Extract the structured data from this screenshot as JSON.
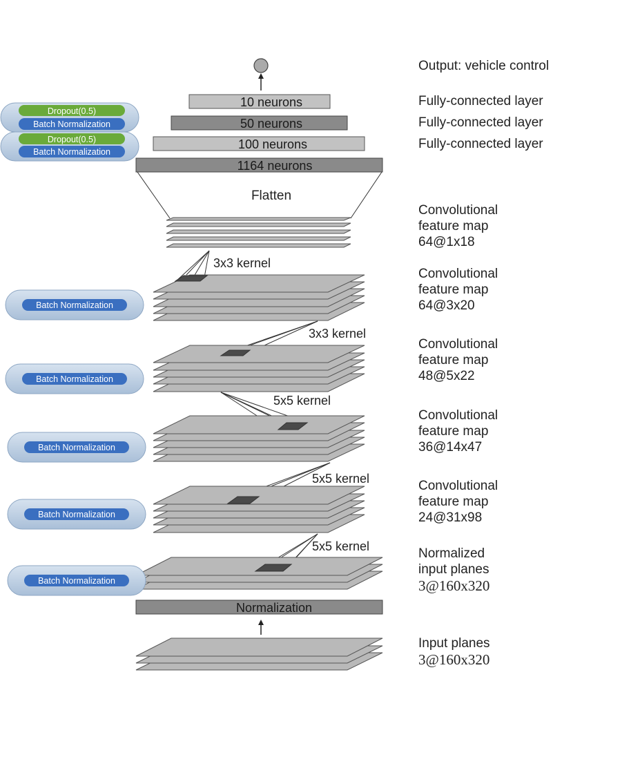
{
  "output": {
    "label": "Output: vehicle control"
  },
  "dense": [
    {
      "text": "10 neurons",
      "label": "Fully-connected layer"
    },
    {
      "text": "50 neurons",
      "label": "Fully-connected layer"
    },
    {
      "text": "100 neurons",
      "label": "Fully-connected layer"
    },
    {
      "text": "1164 neurons"
    }
  ],
  "flatten": "Flatten",
  "conv": [
    {
      "l1": "Convolutional",
      "l2": "feature map",
      "l3": "64@1x18"
    },
    {
      "l1": "Convolutional",
      "l2": "feature map",
      "l3": "64@3x20"
    },
    {
      "l1": "Convolutional",
      "l2": "feature map",
      "l3": "48@5x22"
    },
    {
      "l1": "Convolutional",
      "l2": "feature map",
      "l3": "36@14x47"
    },
    {
      "l1": "Convolutional",
      "l2": "feature map",
      "l3": "24@31x98"
    }
  ],
  "kernels": [
    "3x3 kernel",
    "3x3 kernel",
    "5x5 kernel",
    "5x5 kernel",
    "5x5 kernel"
  ],
  "normalized": {
    "l1": "Normalized",
    "l2": "input planes",
    "l3": "3@160x320"
  },
  "normalization": "Normalization",
  "input": {
    "l1": "Input planes",
    "l2": "3@160x320"
  },
  "annotations": {
    "dropout": "Dropout(0.5)",
    "batchnorm": "Batch Normalization"
  },
  "colors": {
    "dropout_green": "#6aaa3a",
    "batchnorm_blue": "#3a6fc0",
    "pill_bg": "#b9cde3"
  }
}
